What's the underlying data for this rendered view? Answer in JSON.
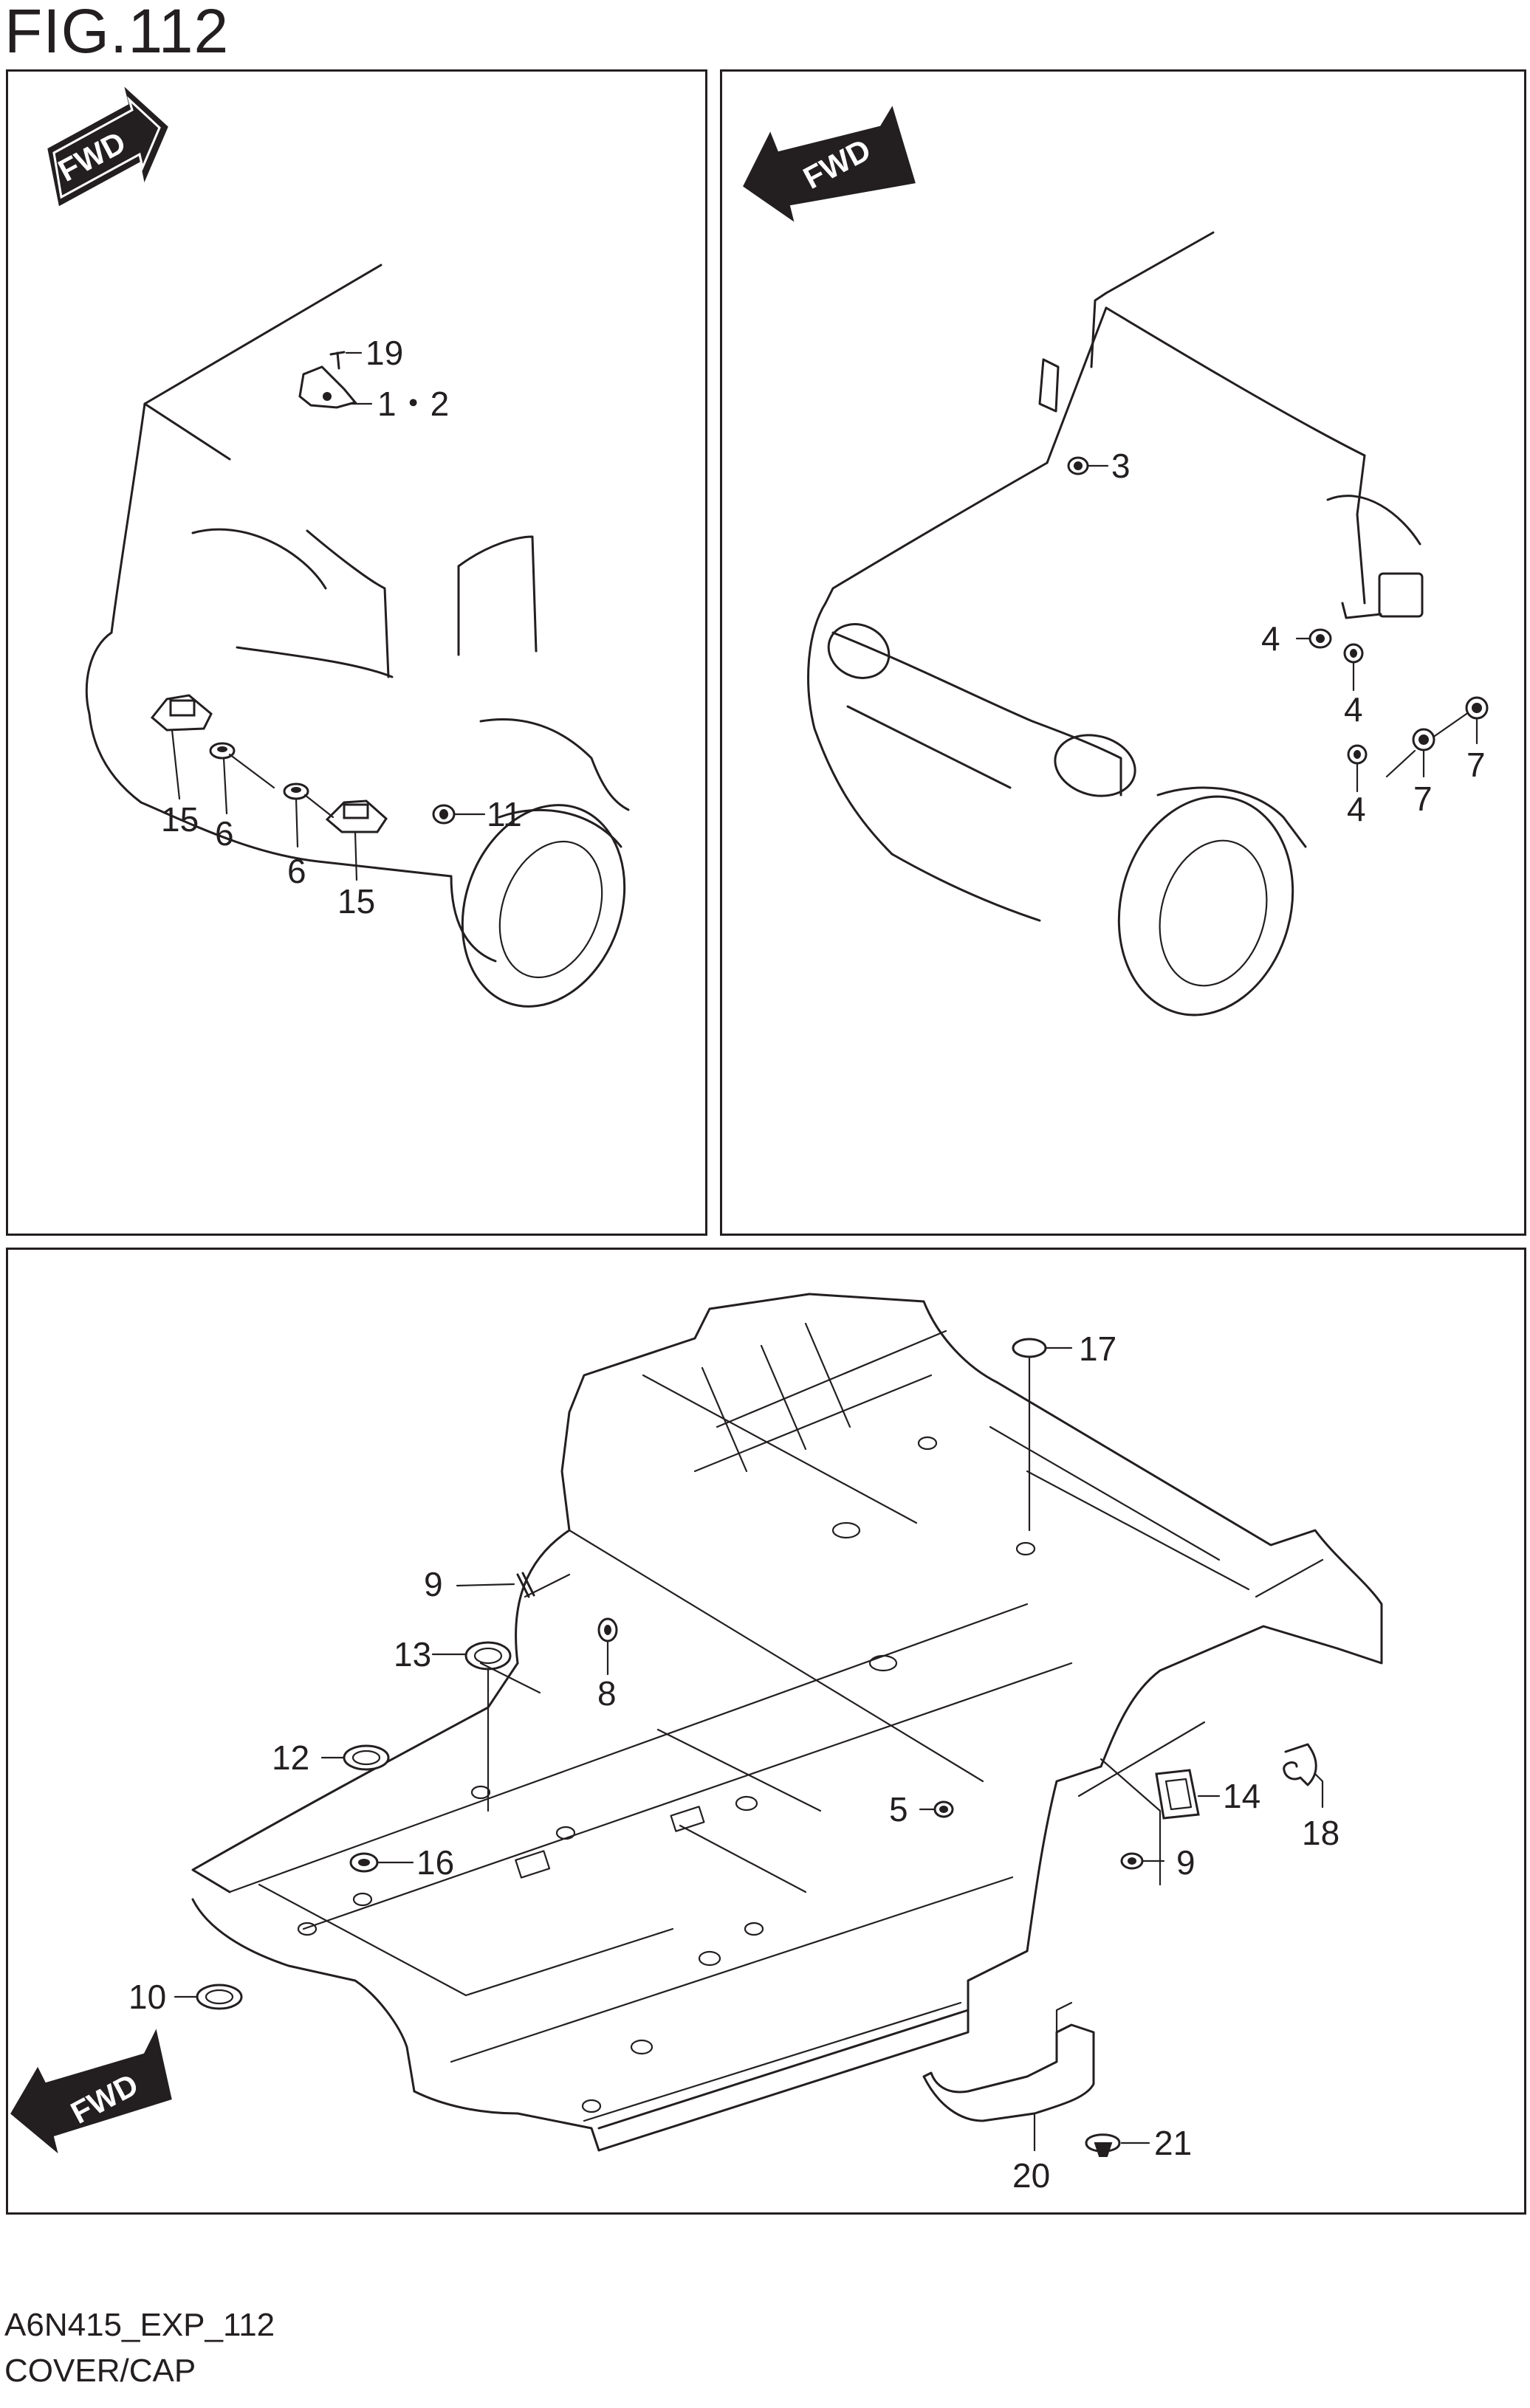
{
  "figure": {
    "title": "FIG.112",
    "code": "A6N415_EXP_112",
    "name": "COVER/CAP"
  },
  "fwd_label": "FWD",
  "panels": {
    "top_left": {
      "callouts": {
        "c19": "19",
        "c1_2": "1・2",
        "c15a": "15",
        "c6a": "6",
        "c6b": "6",
        "c15b": "15",
        "c11": "11"
      }
    },
    "top_right": {
      "callouts": {
        "c3": "3",
        "c4a": "4",
        "c4b": "4",
        "c4c": "4",
        "c7a": "7",
        "c7b": "7"
      }
    },
    "bottom": {
      "callouts": {
        "c17": "17",
        "c9a": "9",
        "c8": "8",
        "c13": "13",
        "c12": "12",
        "c5": "5",
        "c14": "14",
        "c18": "18",
        "c9b": "9",
        "c16": "16",
        "c10": "10",
        "c20": "20",
        "c21": "21"
      }
    }
  },
  "colors": {
    "line": "#231f20",
    "background": "#ffffff"
  }
}
